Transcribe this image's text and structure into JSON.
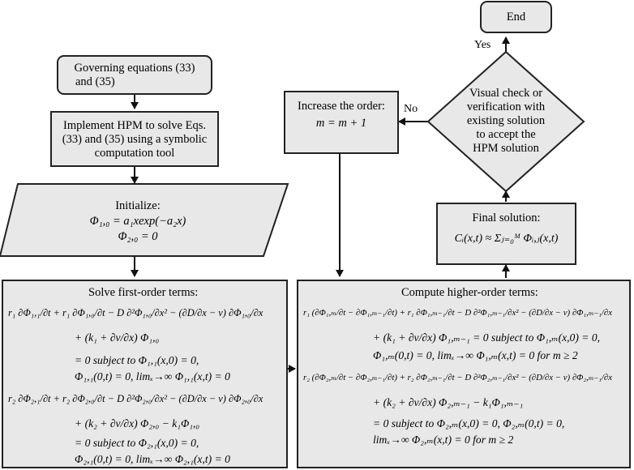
{
  "nodes": {
    "end": "End",
    "governing_line1": "Governing equations (33)",
    "governing_line2": "and (35)",
    "implement_line1": "Implement HPM to solve Eqs.",
    "implement_line2": "(33) and (35) using a symbolic",
    "implement_line3": "computation tool",
    "initialize_title": "Initialize:",
    "initialize_eq1": "Φ₁,₀ = a₁xexp(−a₂x)",
    "initialize_eq2": "Φ₂,₀ = 0",
    "increase_title": "Increase the order:",
    "increase_eq": "m = m + 1",
    "decision_line1": "Visual check or",
    "decision_line2": "verification with",
    "decision_line3": "existing solution",
    "decision_line4": "to accept the",
    "decision_line5": "HPM solution",
    "final_title": "Final solution:",
    "final_eq": "Cᵢ(x,t) ≈ Σⱼ₌₀ᴹ Φᵢ,ⱼ(x,t)",
    "first_title": "Solve first-order terms:",
    "first_lines": [
      "r₁ ∂Φ₁,₁/∂t + r₁ ∂Φ₁,₀/∂t − D ∂²Φ₁,₀/∂x² − (∂D/∂x − v) ∂Φ₁,₀/∂x",
      "+ (k₁ + ∂v/∂x) Φ₁,₀",
      "= 0  subject to  Φ₁,₁(x,0) = 0,",
      "Φ₁,₁(0,t) = 0,     limₓ→∞ Φ₁,₁(x,t) = 0",
      "r₂ ∂Φ₂,₁/∂t + r₂ ∂Φ₂,₀/∂t − D ∂²Φ₂,₀/∂x² − (∂D/∂x − v) ∂Φ₂,₀/∂x",
      "+ (k₂ + ∂v/∂x) Φ₂,₀ − k₁Φ₁,₀",
      "= 0  subject to  Φ₂,₁(x,0) = 0,",
      "Φ₂,₁(0,t) = 0,     limₓ→∞ Φ₂,₁(x,t) = 0"
    ],
    "higher_title": "Compute higher-order terms:",
    "higher_lines": [
      "r₁ (∂Φ₁,ₘ/∂t − ∂Φ₁,ₘ₋₁/∂t) + r₁ ∂Φ₁,ₘ₋₁/∂t − D ∂²Φ₁,ₘ₋₁/∂x² − (∂D/∂x − v) ∂Φ₁,ₘ₋₁/∂x",
      "+ (k₁ + ∂v/∂x) Φ₁,ₘ₋₁ = 0  subject to  Φ₁,ₘ(x,0) = 0,",
      "Φ₁,ₘ(0,t) = 0,     limₓ→∞ Φ₁,ₘ(x,t) = 0  for  m ≥ 2",
      "r₂ (∂Φ₂,ₘ/∂t − ∂Φ₂,ₘ₋₁/∂t) + r₂ ∂Φ₂,ₘ₋₁/∂t − D ∂²Φ₂,ₘ₋₁/∂x² − (∂D/∂x − v) ∂Φ₂,ₘ₋₁/∂x",
      "+ (k₂ + ∂v/∂x) Φ₂,ₘ₋₁ − k₁Φ₁,ₘ₋₁",
      "= 0  subject to  Φ₂,ₘ(x,0) = 0,        Φ₂,ₘ(0,t) = 0,",
      "limₓ→∞ Φ₂,ₘ(x,t) = 0  for  m ≥ 2"
    ]
  },
  "edge_labels": {
    "yes": "Yes",
    "no": "No"
  }
}
